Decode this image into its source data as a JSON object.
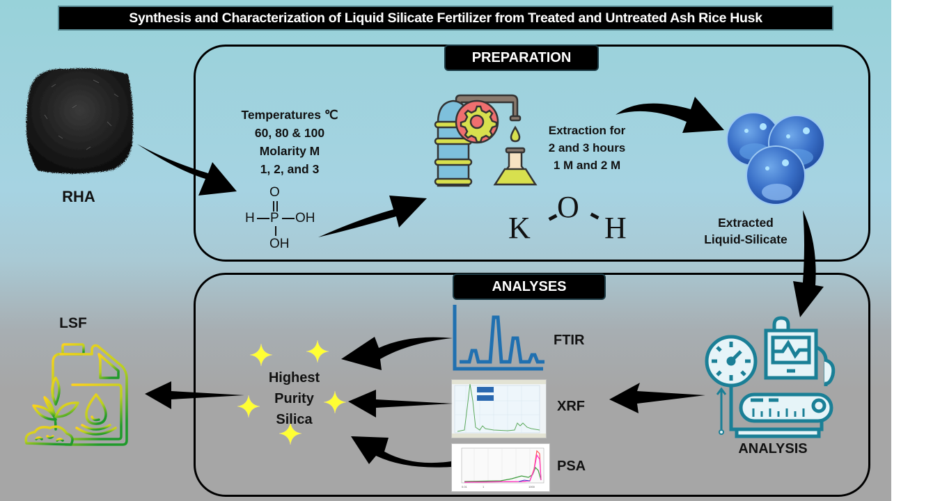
{
  "title": "Synthesis and Characterization of Liquid Silicate Fertilizer from Treated and Untreated Ash Rice Husk",
  "colors": {
    "background_top": "#98d2d9",
    "background_bottom": "#a6a6a6",
    "label_bg": "#000000",
    "label_text": "#ffffff",
    "sparkle": "#ffff33",
    "analysis_icon": "#1a7f96",
    "ftir_icon": "#2070b0"
  },
  "preparation": {
    "section_label": "PREPARATION",
    "raw_material": {
      "label": "RHA",
      "icon": "rice-husk-ash-photo"
    },
    "conditions": [
      "Temperatures ℃",
      "60, 80 & 100",
      "Molarity M",
      "1, 2, and 3"
    ],
    "acid_formula": {
      "center": "P",
      "top": "O",
      "left": "H",
      "right": "OH",
      "bottom": "OH"
    },
    "reactor_icon": "chemical-reactor-icon",
    "extraction": [
      "Extraction for",
      "2 and 3 hours",
      "1 M and 2 M"
    ],
    "base_formula": {
      "left": "K",
      "center": "O",
      "right": "H"
    },
    "product": {
      "label_lines": [
        "Extracted",
        "Liquid-Silicate"
      ],
      "icon": "silicate-spheres"
    }
  },
  "analyses": {
    "section_label": "ANALYSES",
    "instrument": {
      "label": "ANALYSIS",
      "icon": "analysis-instrument-icon"
    },
    "methods": [
      {
        "label": "FTIR",
        "icon": "ftir-spectrum-icon"
      },
      {
        "label": "XRF",
        "icon": "xrf-spectrum-thumbnail"
      },
      {
        "label": "PSA",
        "icon": "psa-distribution-thumbnail"
      }
    ],
    "result": [
      "Highest",
      "Purity",
      "Silica"
    ],
    "final_product": {
      "label": "LSF",
      "icon": "fertilizer-jug-icon"
    }
  }
}
